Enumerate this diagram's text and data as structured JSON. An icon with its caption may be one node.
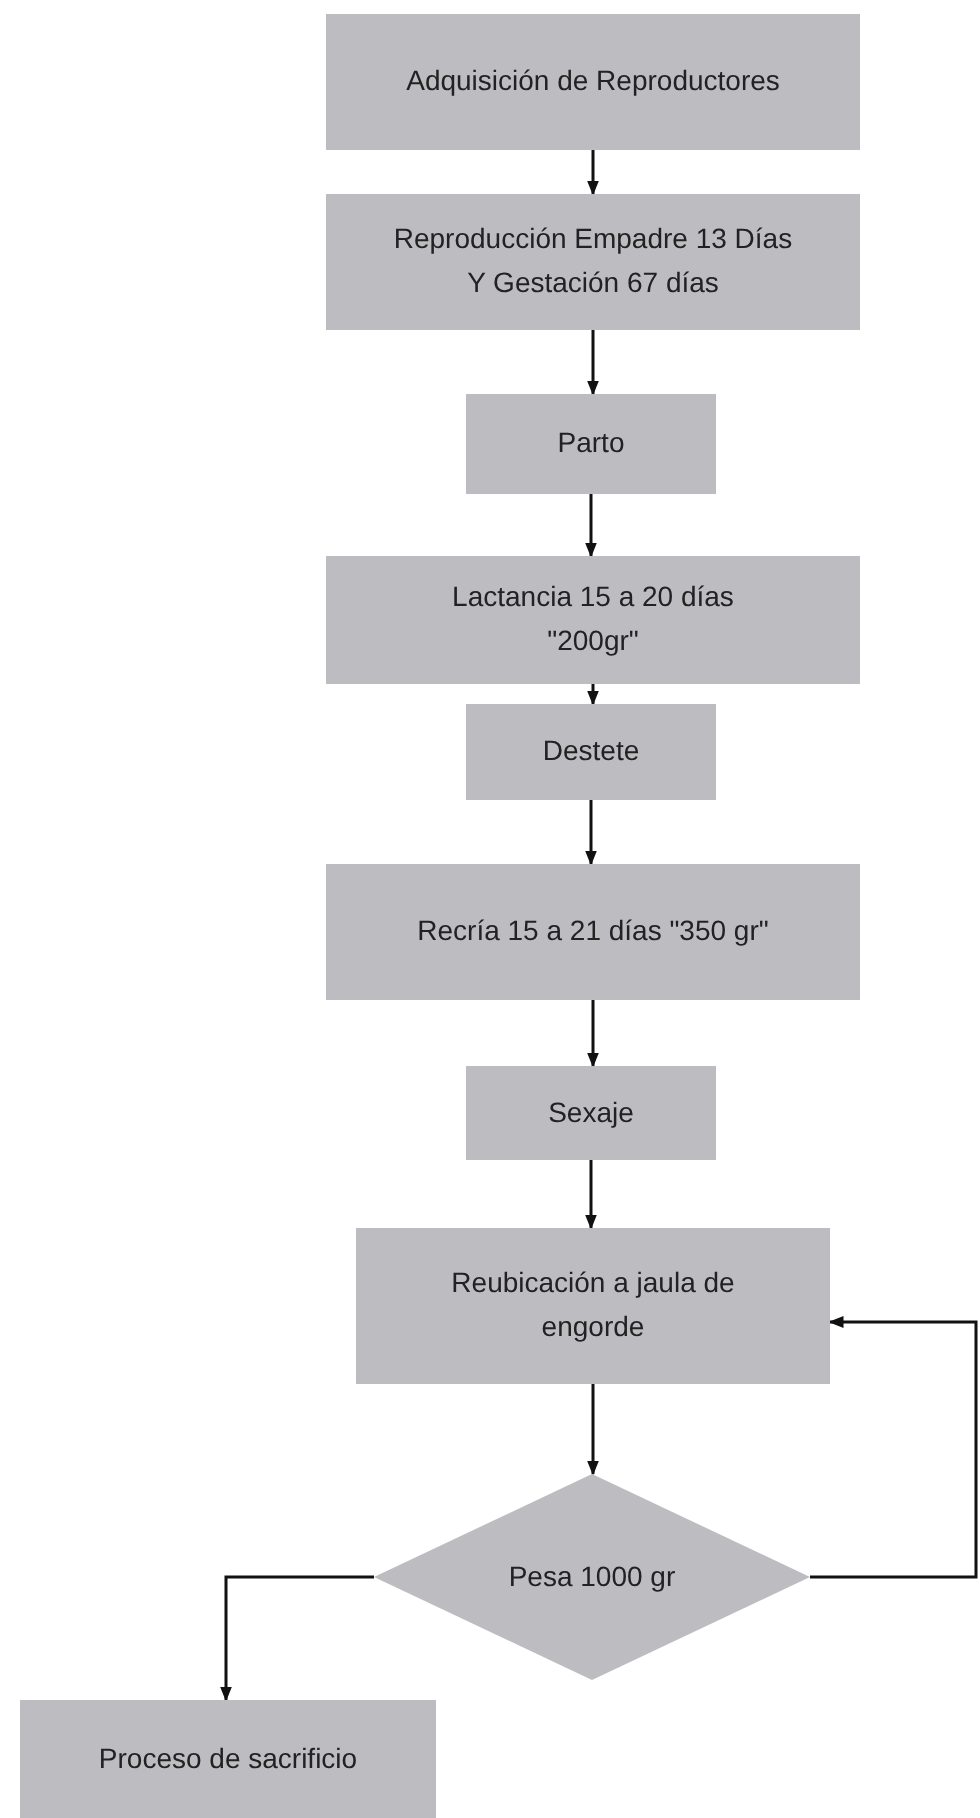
{
  "diagram": {
    "nodes": [
      {
        "text": [
          "Adquisición de Reproductores"
        ]
      },
      {
        "text": [
          "Reproducción Empadre 13 Días Y Gestación 67 días"
        ]
      },
      {
        "text": [
          "Parto"
        ]
      },
      {
        "text": [
          "Lactancia 15 a 20 días \"200gr\""
        ]
      },
      {
        "text": [
          "Destete"
        ]
      },
      {
        "text": [
          "Recría 15 a 21 días \"350 gr\""
        ]
      },
      {
        "text": [
          "Sexaje"
        ]
      },
      {
        "text": [
          "Reubicación a jaula de engorde"
        ]
      },
      {
        "text": [
          "Pesa 1000 gr"
        ]
      },
      {
        "text": [
          "Proceso de sacrificio"
        ]
      }
    ],
    "edges": [
      {
        "from": 0,
        "to": 1,
        "arrow": "to"
      },
      {
        "from": 1,
        "to": 2,
        "arrow": "to"
      },
      {
        "from": 2,
        "to": 3,
        "arrow": "to"
      },
      {
        "from": 3,
        "to": 4,
        "arrow": "to"
      },
      {
        "from": 4,
        "to": 5,
        "arrow": "to"
      },
      {
        "from": 5,
        "to": 6,
        "arrow": "to"
      },
      {
        "from": 6,
        "to": 7,
        "arrow": "to"
      },
      {
        "from": 7,
        "to": 8,
        "arrow": "to"
      },
      {
        "from": 8,
        "to": 9,
        "arrow": "to"
      },
      {
        "from": 8,
        "to": 7,
        "arrow": "to"
      }
    ]
  }
}
